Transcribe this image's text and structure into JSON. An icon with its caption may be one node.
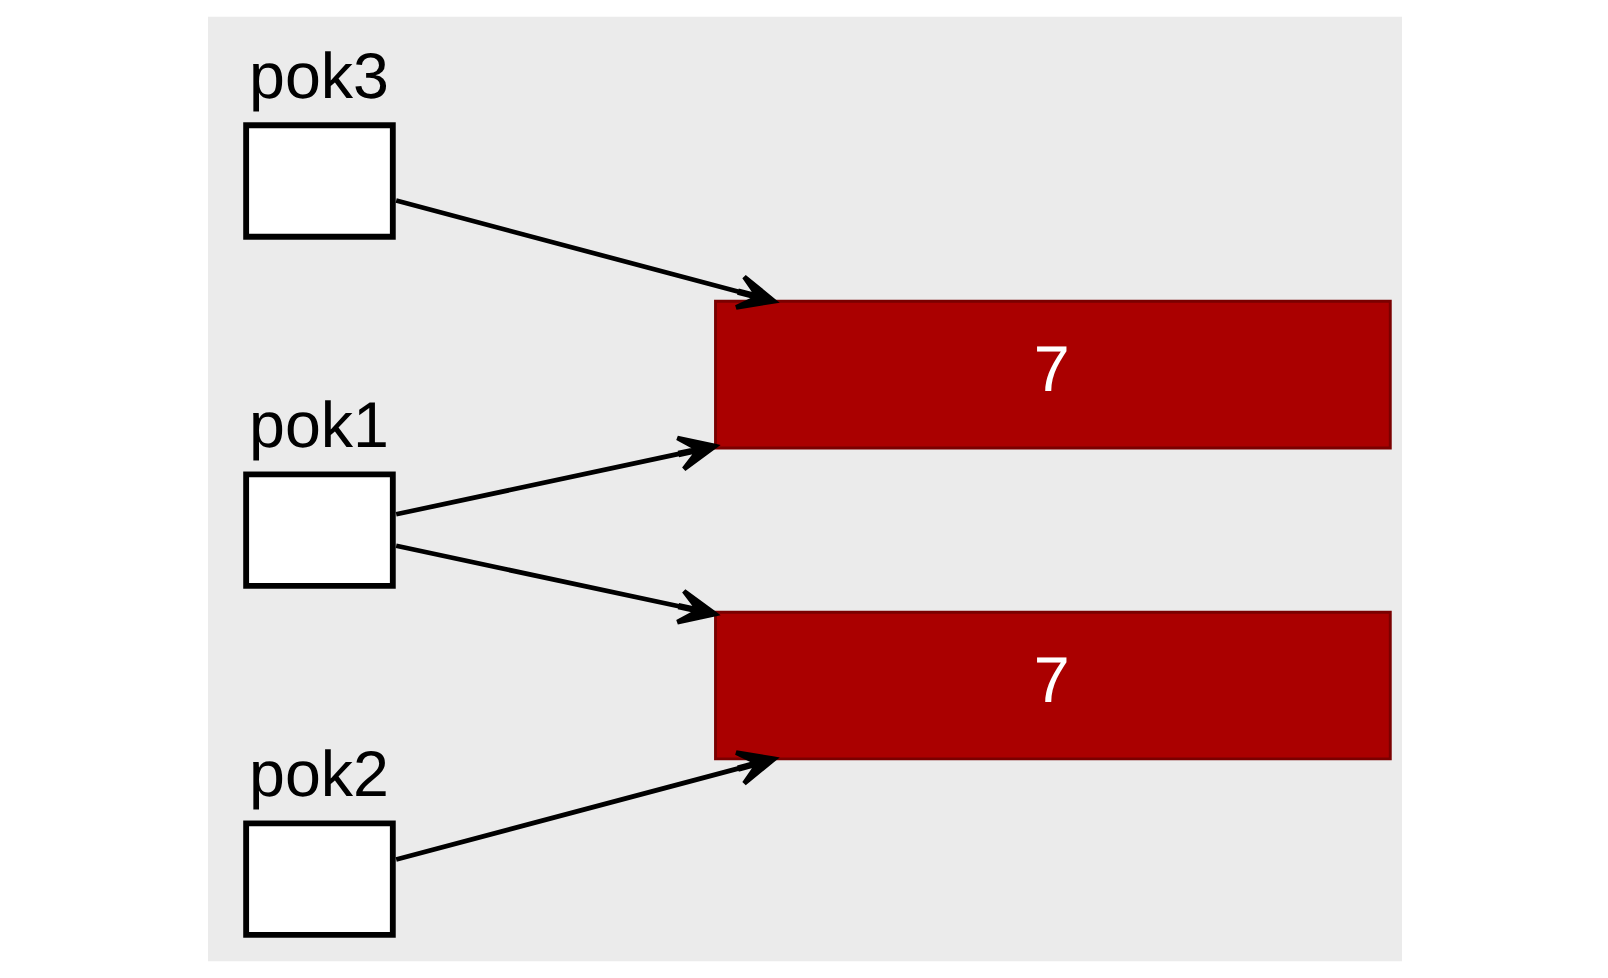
{
  "diagram": {
    "nodes": [
      {
        "text": [
          "pok1"
        ]
      },
      {
        "text": [
          "7"
        ]
      },
      {
        "text": [
          "pok2"
        ]
      },
      {
        "text": [
          "7"
        ]
      },
      {
        "text": [
          "pok3"
        ]
      }
    ],
    "edges": [
      {
        "from": 0,
        "to": 1,
        "arrow": "to"
      },
      {
        "from": 0,
        "to": 3,
        "arrow": "to"
      },
      {
        "from": 2,
        "to": 3,
        "arrow": "to"
      },
      {
        "from": 4,
        "to": 1,
        "arrow": "to"
      }
    ]
  }
}
